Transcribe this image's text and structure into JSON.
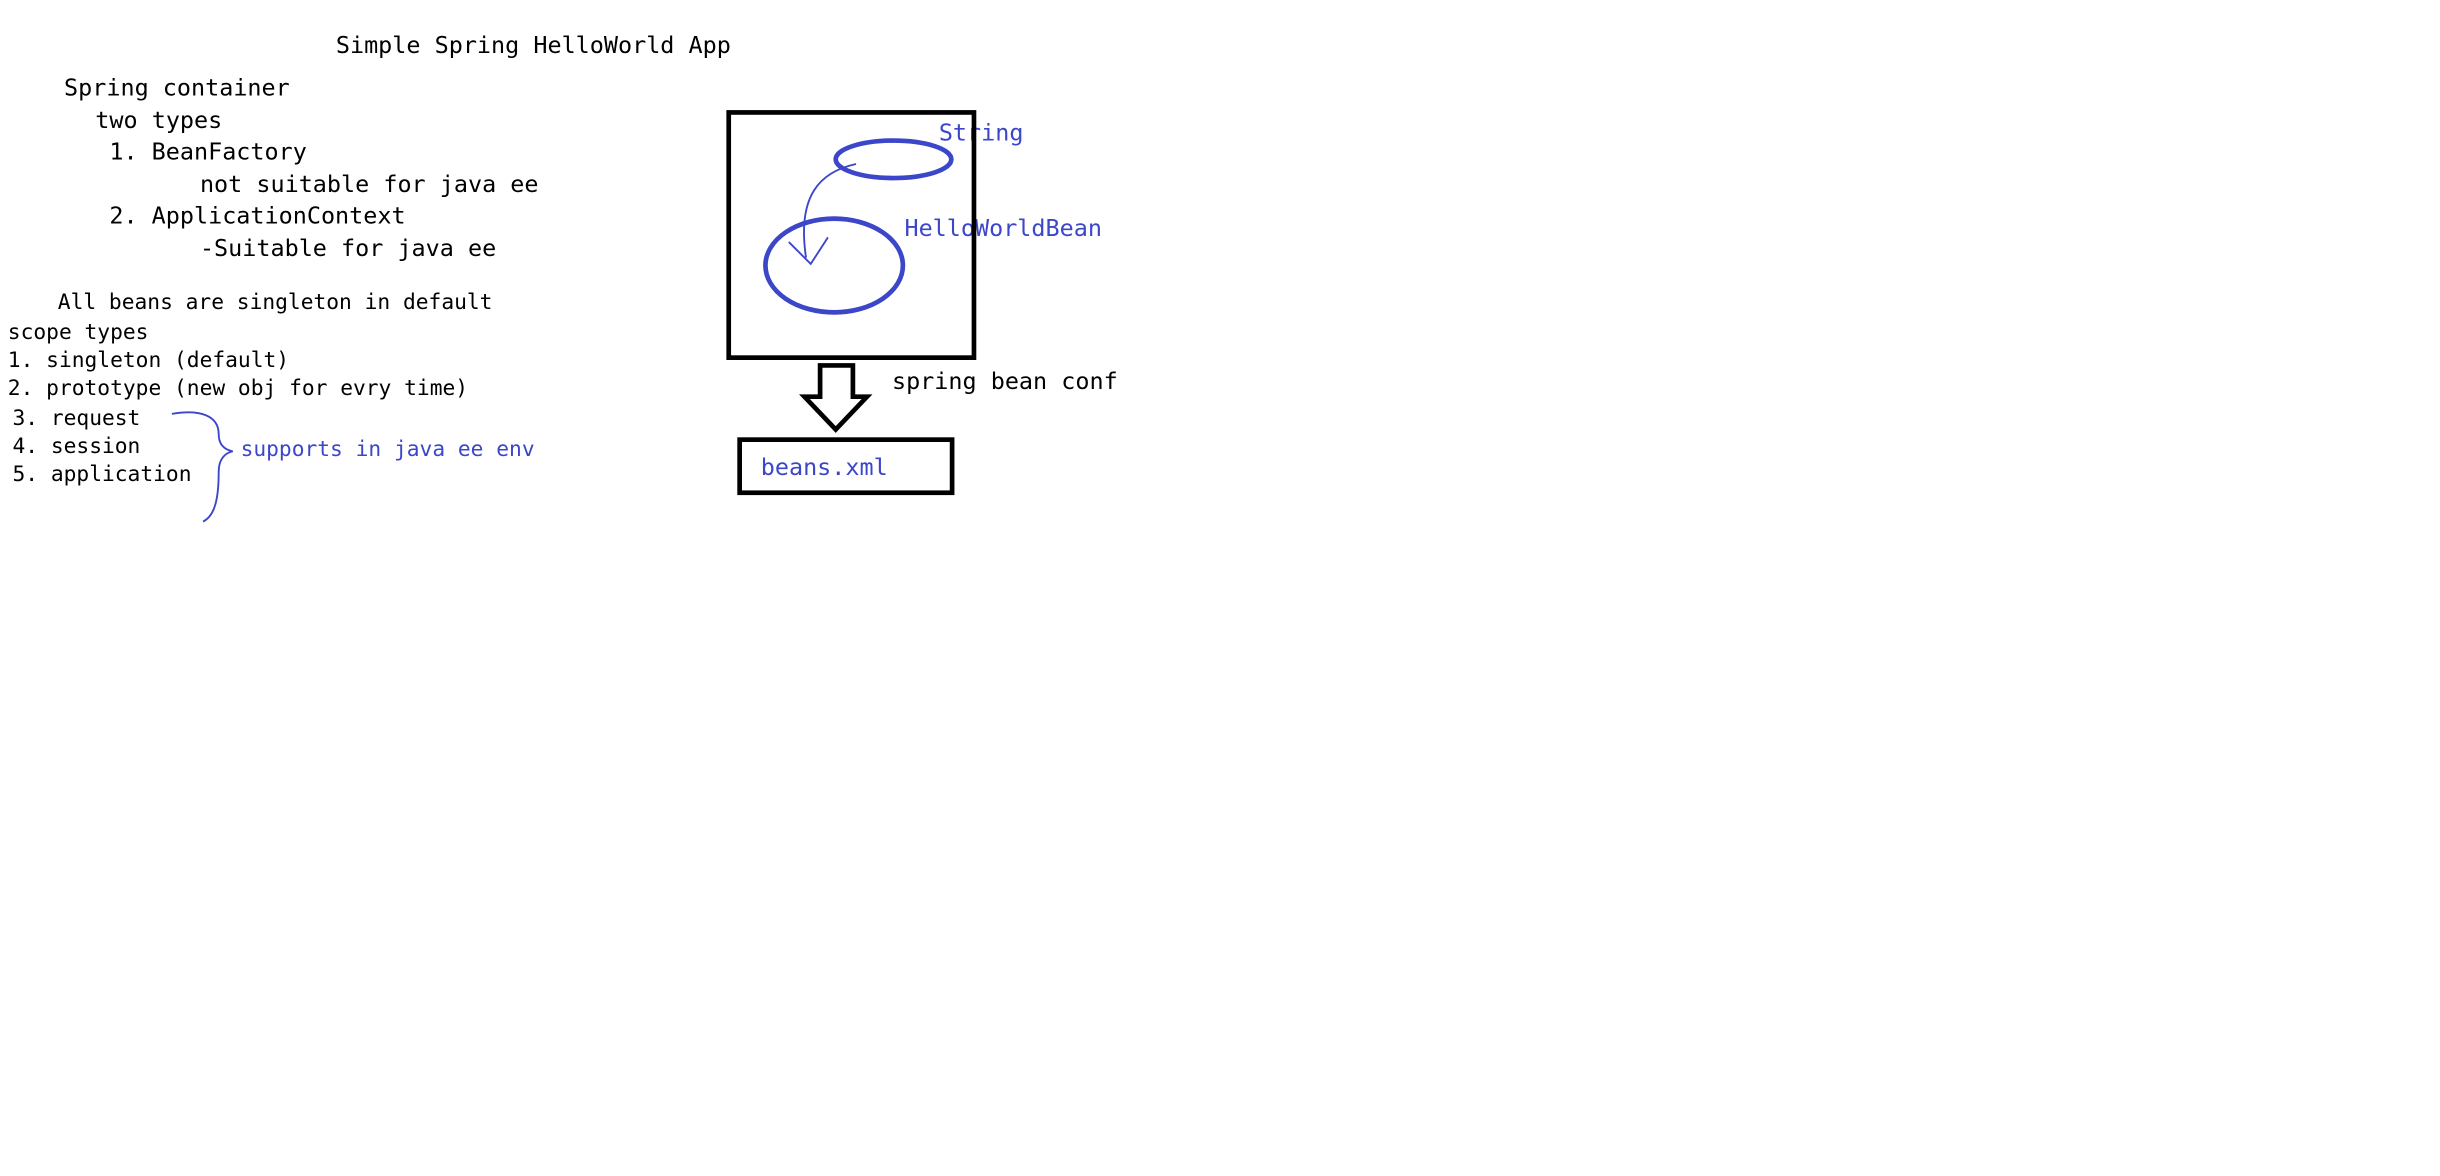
{
  "title": "Simple Spring HelloWorld App",
  "container_notes": {
    "heading": "Spring container",
    "subheading": "two types",
    "items": [
      {
        "label": "1. BeanFactory",
        "note": "not suitable for java ee"
      },
      {
        "label": "2. ApplicationContext",
        "note": "-Suitable for java ee"
      }
    ]
  },
  "singleton_note": "All beans are singleton in default",
  "scope": {
    "heading": "scope types",
    "items": [
      "1. singleton (default)",
      "2. prototype (new obj for evry time)",
      "3. request",
      "4. session",
      "5. application"
    ],
    "brace_note": "supports in java ee env"
  },
  "diagram": {
    "small_bean_label": "String",
    "large_bean_label": "HelloWorldBean",
    "arrow_label": "spring bean conf",
    "config_file": "beans.xml"
  },
  "colors": {
    "ink": "#000000",
    "pen_blue": "#3b46c9",
    "background": "#ffffff"
  }
}
